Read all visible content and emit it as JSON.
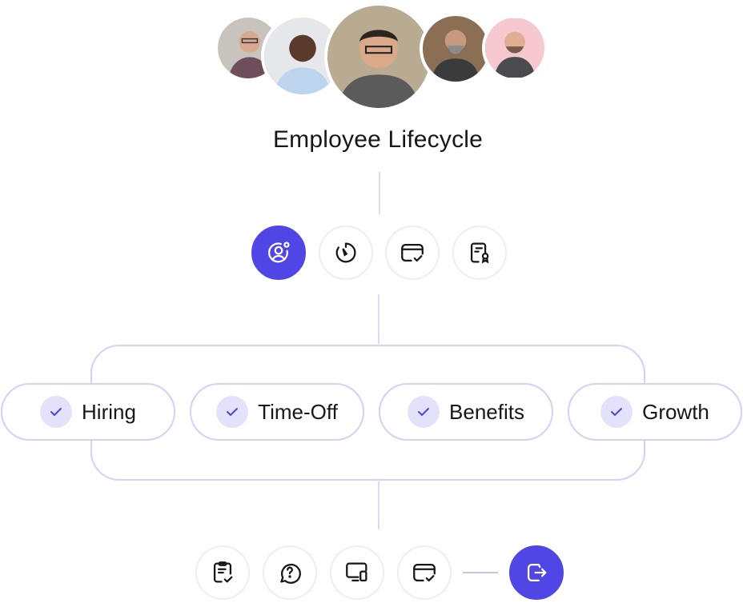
{
  "header": {
    "title": "Employee Lifecycle"
  },
  "avatars": [
    "avatar-1",
    "avatar-2",
    "avatar-3",
    "avatar-4",
    "avatar-5"
  ],
  "top_icons": [
    "user-settings-icon",
    "timer-icon",
    "card-check-icon",
    "certificate-icon"
  ],
  "stages": [
    {
      "label": "Hiring"
    },
    {
      "label": "Time-Off"
    },
    {
      "label": "Benefits"
    },
    {
      "label": "Growth"
    }
  ],
  "bottom_icons": [
    "clipboard-check-icon",
    "help-chat-icon",
    "devices-icon",
    "card-check-icon",
    "exit-icon"
  ],
  "colors": {
    "accent": "#4f46e5",
    "connector": "#d4d0f7",
    "check_bg": "#e4e2fb"
  }
}
